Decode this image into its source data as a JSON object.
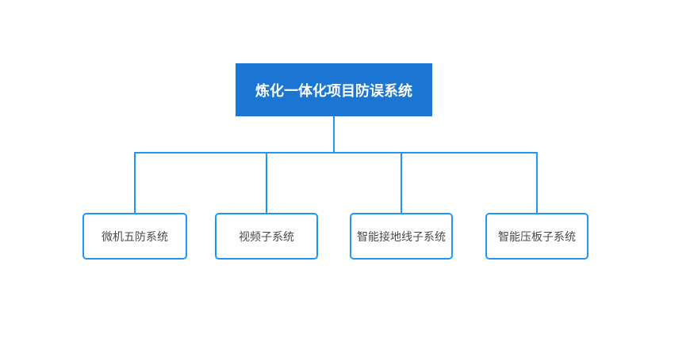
{
  "diagram": {
    "root": {
      "label": "炼化一体化项目防误系统"
    },
    "children": [
      {
        "label": "微机五防系统"
      },
      {
        "label": "视频子系统"
      },
      {
        "label": "智能接地线子系统"
      },
      {
        "label": "智能压板子系统"
      }
    ]
  },
  "colors": {
    "root_fill": "#1a76d2",
    "root_text": "#ffffff",
    "line": "#2196f3",
    "node_border": "#2196f3",
    "node_bg": "#ffffff",
    "node_text": "#4a4a4a",
    "canvas_bg": "#ffffff"
  }
}
